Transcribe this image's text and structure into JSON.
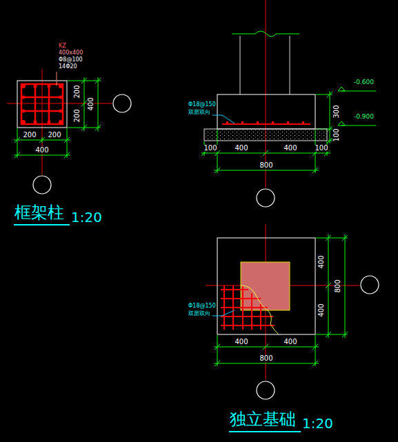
{
  "diagram": {
    "labels": [
      "KZ",
      "400x400",
      "Φ8@100",
      "14Φ20",
      "200",
      "200",
      "400",
      "200",
      "200",
      "400",
      "框架柱",
      "1:20",
      "Φ18@150",
      "双层双向",
      "-0.600",
      "-0.900",
      "300",
      "100",
      "100",
      "400",
      "400",
      "100",
      "800",
      "400",
      "400",
      "800",
      "Φ18@150",
      "双层双向",
      "400",
      "400",
      "800",
      "独立基础",
      "1:20"
    ]
  }
}
